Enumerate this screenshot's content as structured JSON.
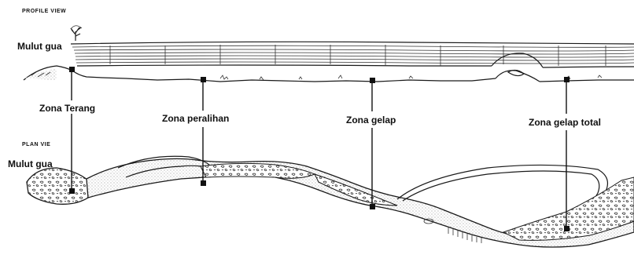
{
  "diagram": {
    "profile_heading": "PROFILE VIEW",
    "plan_heading": "PLAN VIE",
    "entrance_label_profile": "Mulut gua",
    "entrance_label_plan": "Mulut gua",
    "zones": [
      {
        "label": "Zona Terang"
      },
      {
        "label": "Zona peralihan"
      },
      {
        "label": "Zona gelap"
      },
      {
        "label": "Zona gelap total"
      }
    ],
    "colors": {
      "ink": "#111111",
      "paper": "#ffffff",
      "stipple": "#bdbdbd"
    }
  }
}
